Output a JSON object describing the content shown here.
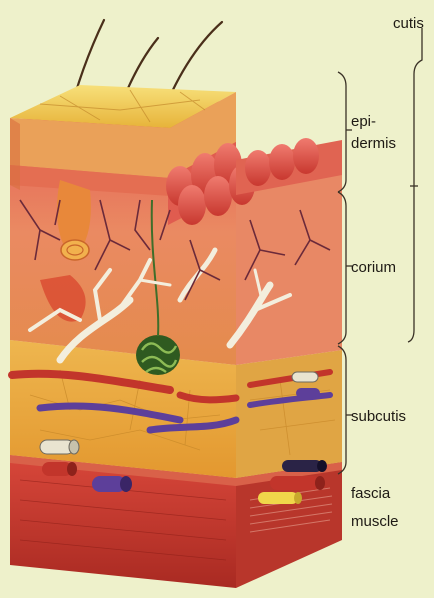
{
  "labels": {
    "cutis": "cutis",
    "epidermis_line1": "epi-",
    "epidermis_line2": "dermis",
    "corium": "corium",
    "subcutis": "subcutis",
    "fascia": "fascia",
    "muscle": "muscle"
  },
  "colors": {
    "background": "#eef1cb",
    "epidermis_top": "#f2cf4a",
    "corium": "#e8765a",
    "subcutis": "#e9a941",
    "muscle": "#c8352a",
    "vessel_red": "#c2352b",
    "vessel_purple": "#5d3f9a",
    "nerve": "#f1ecd8",
    "gland": "#3f6e2a"
  }
}
